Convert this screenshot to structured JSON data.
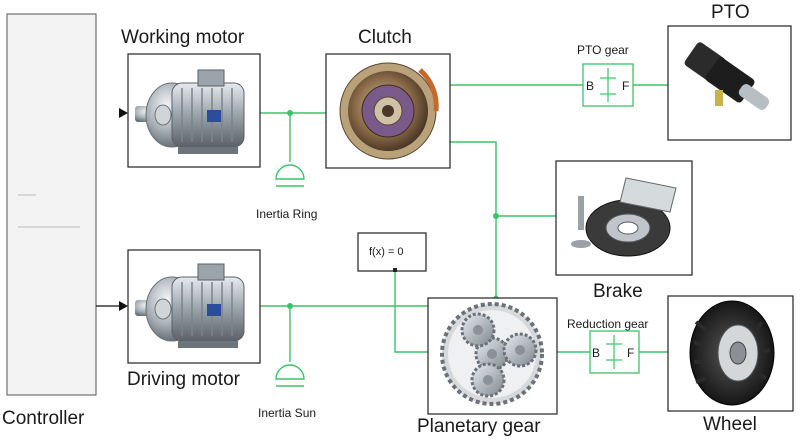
{
  "blocks": {
    "controller": "Controller",
    "working_motor": "Working motor",
    "driving_motor": "Driving motor",
    "clutch": "Clutch",
    "pto": "PTO",
    "pto_gear": "PTO gear",
    "brake": "Brake",
    "planetary_gear": "Planetary gear",
    "reduction_gear": "Reduction gear",
    "wheel": "Wheel",
    "inertia_ring": "Inertia Ring",
    "inertia_sun": "Inertia Sun",
    "solver": "f(x) = 0"
  },
  "gear_ports": {
    "b": "B",
    "f": "F"
  },
  "colors": {
    "connection": "#3cc36a",
    "block_border": "#222222",
    "background": "#ffffff"
  },
  "icons": {
    "working_motor": "electric-motor-icon",
    "driving_motor": "electric-motor-icon",
    "clutch": "clutch-disc-icon",
    "pto": "pto-shaft-icon",
    "brake": "brake-disc-icon",
    "planetary_gear": "planetary-gear-icon",
    "wheel": "tractor-wheel-icon",
    "inertia": "inertia-icon",
    "gear": "simple-gear-icon"
  }
}
